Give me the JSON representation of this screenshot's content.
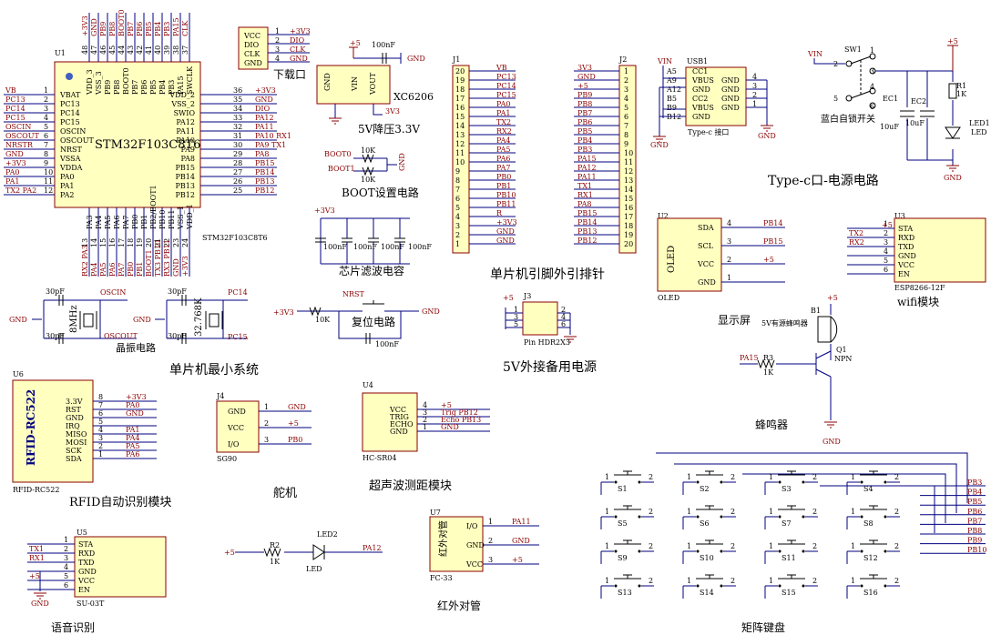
{
  "mcu": {
    "ref": "U1",
    "name": "STM32F103C8T6",
    "part": "STM32F103C8T6",
    "left_pins": [
      {
        "net": "VB",
        "pin": "1",
        "name": "VBAT"
      },
      {
        "net": "PC13",
        "pin": "2",
        "name": "PC13"
      },
      {
        "net": "PC14",
        "pin": "3",
        "name": "PC14"
      },
      {
        "net": "PC15",
        "pin": "4",
        "name": "PC15"
      },
      {
        "net": "OSCIN",
        "pin": "5",
        "name": "OSCIN"
      },
      {
        "net": "OSCOUT",
        "pin": "6",
        "name": "OSCOUT"
      },
      {
        "net": "NRSTR",
        "pin": "7",
        "name": "NRST"
      },
      {
        "net": "GND",
        "pin": "8",
        "name": "VSSA"
      },
      {
        "net": "+3V3",
        "pin": "9",
        "name": "VDDA"
      },
      {
        "net": "PA0",
        "pin": "10",
        "name": "PA0"
      },
      {
        "net": "PA1",
        "pin": "11",
        "name": "PA1"
      },
      {
        "net": "TX2  PA2",
        "pin": "12",
        "name": "PA2"
      }
    ],
    "right_pins": [
      {
        "name": "VDD_2",
        "pin": "36",
        "net": "+3V3"
      },
      {
        "name": "VSS_2",
        "pin": "35",
        "net": "GND"
      },
      {
        "name": "SWIO",
        "pin": "34",
        "net": "DIO"
      },
      {
        "name": "PA12",
        "pin": "33",
        "net": "PA12"
      },
      {
        "name": "PA11",
        "pin": "32",
        "net": "PA11"
      },
      {
        "name": "PA10",
        "pin": "31",
        "net": "PA10 RX1"
      },
      {
        "name": "PA9",
        "pin": "30",
        "net": "PA9  TX1"
      },
      {
        "name": "PA8",
        "pin": "29",
        "net": "PA8"
      },
      {
        "name": "PB15",
        "pin": "28",
        "net": "PB15"
      },
      {
        "name": "PB14",
        "pin": "27",
        "net": "PB14"
      },
      {
        "name": "PB13",
        "pin": "26",
        "net": "PB13"
      },
      {
        "name": "PB12",
        "pin": "25",
        "net": "PB12"
      }
    ],
    "top_pins": [
      {
        "net": "+3V3",
        "pin": "48",
        "name": "VDD_3"
      },
      {
        "net": "GND",
        "pin": "47",
        "name": "VSS_3"
      },
      {
        "net": "PB9",
        "pin": "46",
        "name": "PB9"
      },
      {
        "net": "PB8",
        "pin": "45",
        "name": "PB8"
      },
      {
        "net": "BOOT0",
        "pin": "44",
        "name": "BOOT0"
      },
      {
        "net": "PB7",
        "pin": "43",
        "name": "PB7"
      },
      {
        "net": "PB6",
        "pin": "42",
        "name": "PB6"
      },
      {
        "net": "PB5",
        "pin": "41",
        "name": "PB5"
      },
      {
        "net": "PB4",
        "pin": "40",
        "name": "PB4"
      },
      {
        "net": "PB3",
        "pin": "39",
        "name": "PB3"
      },
      {
        "net": "PA15",
        "pin": "38",
        "name": "PA15"
      },
      {
        "net": "CLK",
        "pin": "37",
        "name": "SWCLK"
      }
    ],
    "bottom_pins": [
      {
        "net": "RX2 PA3",
        "pin": "13",
        "name": "PA3"
      },
      {
        "net": "PA4",
        "pin": "14",
        "name": "PA4"
      },
      {
        "net": "PA5",
        "pin": "15",
        "name": "PA5"
      },
      {
        "net": "PA6",
        "pin": "16",
        "name": "PA6"
      },
      {
        "net": "PA7",
        "pin": "17",
        "name": "PA7"
      },
      {
        "net": "PB0",
        "pin": "18",
        "name": "PB0"
      },
      {
        "net": "PB1",
        "pin": "19",
        "name": "PB1"
      },
      {
        "net": "BOOT1",
        "pin": "20",
        "name": "PB2/BOOT1"
      },
      {
        "net": "TX3 PB10",
        "pin": "21",
        "name": "PB10"
      },
      {
        "net": "RX3 PB11",
        "pin": "22",
        "name": "PB11"
      },
      {
        "net": "GND",
        "pin": "23",
        "name": "VSS_1"
      },
      {
        "net": "+3V3",
        "pin": "24",
        "name": "VDD_1"
      }
    ]
  },
  "crystals": {
    "c_top1": "30pF",
    "c_bot1": "30pF",
    "x1": "8MHz",
    "oscin": "OSCIN",
    "oscout": "OSCOUT",
    "c_top2": "30pF",
    "c_bot2": "30pF",
    "x2": "32.768K",
    "pc14": "PC14",
    "pc15": "PC15",
    "gnd": "GND",
    "title": "晶振电路"
  },
  "minsys_title": "单片机最小系统",
  "download": {
    "pins": [
      {
        "name": "VCC",
        "pin": "1",
        "net": "+3V3"
      },
      {
        "name": "DIO",
        "pin": "2",
        "net": "DIO"
      },
      {
        "name": "CLK",
        "pin": "3",
        "net": "CLK"
      },
      {
        "name": "GND",
        "pin": "4",
        "net": "GND"
      }
    ],
    "title": "下载口"
  },
  "reg": {
    "plus5": "+5",
    "cap": "100nF",
    "gnd": "GND",
    "gnd_pin": "GND",
    "vin": "VIN",
    "vout": "VOUT",
    "part": "XC6206",
    "out": "3V3",
    "title": "5V降压3.3V"
  },
  "boot": {
    "b0": "BOOT0",
    "b1": "BOOT1",
    "r1": "10K",
    "r2": "10K",
    "gnd": "GND",
    "title": "BOOT设置电路"
  },
  "filt": {
    "net": "+3V3",
    "caps": [
      "100nF",
      "100nF",
      "100nF",
      "100nF"
    ],
    "title": "芯片滤波电容"
  },
  "reset": {
    "net": "+3V3",
    "r": "10K",
    "nrst": "NRST",
    "cap": "100nF",
    "gnd": "GND",
    "title": "复位电路"
  },
  "j1": {
    "ref": "J1",
    "pins": [
      "20",
      "19",
      "18",
      "17",
      "16",
      "15",
      "14",
      "13",
      "12",
      "11",
      "10",
      "9",
      "8",
      "7",
      "6",
      "5",
      "4",
      "3",
      "2",
      "1"
    ],
    "nets": [
      "VB",
      "PC13",
      "PC14",
      "PC15",
      "PA0",
      "PA1",
      "TX2",
      "RX2",
      "PA4",
      "PA5",
      "PA6",
      "PA7",
      "PB0",
      "PB1",
      "PB10",
      "PB11",
      "R",
      "+3V3",
      "GND",
      "GND"
    ]
  },
  "j2": {
    "ref": "J2",
    "pins": [
      "1",
      "2",
      "3",
      "4",
      "5",
      "6",
      "7",
      "8",
      "9",
      "10",
      "11",
      "12",
      "13",
      "14",
      "15",
      "16",
      "17",
      "18",
      "19",
      "20"
    ],
    "nets": [
      "3V3",
      "GND",
      "+5",
      "PB9",
      "PB8",
      "PB7",
      "PB6",
      "PB5",
      "PB4",
      "PB3",
      "PA15",
      "PA12",
      "PA11",
      "TX1",
      "RX1",
      "PA8",
      "PB15",
      "PB14",
      "PB13",
      "PB12"
    ]
  },
  "pinout_title": "单片机引脚外引排针",
  "j3": {
    "ref": "J3",
    "plus5": "+5",
    "pins_l": [
      "1",
      "3",
      "5"
    ],
    "pins_r": [
      "2",
      "4",
      "6"
    ],
    "part": "Pin HDR2X3",
    "title": "5V外接备用电源"
  },
  "usb": {
    "ref": "USB1",
    "vin": "VIN",
    "pins_l": [
      "A5",
      "A9",
      "A12",
      "B5",
      "B9",
      "B12"
    ],
    "names_l": [
      "CC1",
      "VBUS",
      "GND",
      "CC2",
      "VBUS",
      "GND"
    ],
    "names_r": [
      "GND",
      "GND",
      "GND",
      "GND"
    ],
    "pins_r": [
      "4",
      "3",
      "2",
      "1"
    ],
    "part": "Type-c 接口",
    "gnd": "GND"
  },
  "power": {
    "vin": "VIN",
    "sw": "SW1",
    "sw_pins": [
      "2",
      "3",
      "1",
      "5",
      "4",
      "6"
    ],
    "plus5": "+5",
    "r1": "R1",
    "r1v": "1K",
    "ec1": "EC1",
    "ec1v": "10uF",
    "ec2": "EC2",
    "ec2v": "10uF",
    "led": "LED1",
    "ledv": "LED",
    "switch_title": "蓝白自锁开关",
    "gnd": "GND",
    "title": "Type-c口-电源电路"
  },
  "oled": {
    "ref": "U2",
    "name": "OLED",
    "pins": [
      {
        "name": "SDA",
        "pin": "4",
        "net": "PB14"
      },
      {
        "name": "SCL",
        "pin": "3",
        "net": "PB15"
      },
      {
        "name": "VCC",
        "pin": "2",
        "net": "+5"
      },
      {
        "name": "GND",
        "pin": "1",
        "net": ""
      }
    ],
    "part": "OLED",
    "title": "显示屏"
  },
  "wifi": {
    "ref": "U3",
    "pins": [
      {
        "name": "STA",
        "pin": "1",
        "net": ""
      },
      {
        "name": "RXD",
        "pin": "2",
        "net": "TX2"
      },
      {
        "name": "TXD",
        "pin": "3",
        "net": "RX2"
      },
      {
        "name": "GND",
        "pin": "4",
        "net": ""
      },
      {
        "name": "VCC",
        "pin": "5",
        "net": ""
      },
      {
        "name": "EN",
        "pin": "6",
        "net": ""
      }
    ],
    "part": "ESP8266-12F",
    "plus5": "+5",
    "title": "wifi模块"
  },
  "buzzer": {
    "plus5": "+5",
    "b1": "B1",
    "b1v": "5V有源蜂鸣器",
    "pa15": "PA15",
    "r3": "R3",
    "r3v": "1K",
    "q1": "Q1",
    "q1v": "NPN",
    "gnd": "GND",
    "title": "蜂鸣器"
  },
  "rfid": {
    "ref": "U6",
    "name": "RFID-RC522",
    "pins": [
      {
        "name": "3.3V",
        "pin": "8",
        "net": "+3V3"
      },
      {
        "name": "RST",
        "pin": "7",
        "net": "PA0"
      },
      {
        "name": "GND",
        "pin": "6",
        "net": "GND"
      },
      {
        "name": "IRQ",
        "pin": "5",
        "net": ""
      },
      {
        "name": "MISO",
        "pin": "4",
        "net": "PA1"
      },
      {
        "name": "MOSI",
        "pin": "3",
        "net": "PA4"
      },
      {
        "name": "SCK",
        "pin": "2",
        "net": "PA5"
      },
      {
        "name": "SDA",
        "pin": "1",
        "net": "PA6"
      }
    ],
    "part": "RFID-RC522",
    "title": "RFID自动识别模块"
  },
  "servo": {
    "ref": "J4",
    "pins": [
      {
        "name": "GND",
        "pin": "1",
        "net": "GND"
      },
      {
        "name": "VCC",
        "pin": "2",
        "net": "+5"
      },
      {
        "name": "I/O",
        "pin": "3",
        "net": "PB0"
      }
    ],
    "part": "SG90",
    "title": "舵机"
  },
  "ultra": {
    "ref": "U4",
    "pins": [
      {
        "name": "VCC",
        "pin": "4",
        "net": "+5"
      },
      {
        "name": "TRIG",
        "pin": "3",
        "net": "Trig  PB12"
      },
      {
        "name": "ECHO",
        "pin": "2",
        "net": "Echo  PB13"
      },
      {
        "name": "GND",
        "pin": "1",
        "net": "GND"
      }
    ],
    "part": "HC-SR04",
    "title": "超声波测距模块"
  },
  "voice": {
    "ref": "U5",
    "pins": [
      {
        "name": "STA",
        "pin": "1",
        "net": ""
      },
      {
        "name": "RXD",
        "pin": "2",
        "net": "TX1"
      },
      {
        "name": "TXD",
        "pin": "3",
        "net": "RX1"
      },
      {
        "name": "GND",
        "pin": "4",
        "net": ""
      },
      {
        "name": "VCC",
        "pin": "5",
        "net": "+5"
      },
      {
        "name": "EN",
        "pin": "6",
        "net": ""
      }
    ],
    "part": "SU-03T",
    "gnd": "GND",
    "title": "语音识别"
  },
  "led2": {
    "plus5": "+5",
    "r": "R2",
    "rv": "1K",
    "led": "LED2",
    "ledv": "LED",
    "net": "PA12"
  },
  "ir": {
    "ref": "U7",
    "name": "红外对管",
    "pins": [
      {
        "name": "I/O",
        "pin": "1",
        "net": "PA11"
      },
      {
        "name": "GND",
        "pin": "2",
        "net": "GND"
      },
      {
        "name": "VCC",
        "pin": "3",
        "net": "+5"
      }
    ],
    "part": "FC-33",
    "title": "红外对管"
  },
  "keys": {
    "labels": [
      "S1",
      "S2",
      "S3",
      "S4",
      "S5",
      "S6",
      "S7",
      "S8",
      "S9",
      "S10",
      "S11",
      "S12",
      "S13",
      "S14",
      "S15",
      "S16"
    ],
    "nets": [
      "PB3",
      "PB4",
      "PB5",
      "PB6",
      "PB7",
      "PB8",
      "PB9",
      "PB10"
    ],
    "title": "矩阵键盘"
  }
}
